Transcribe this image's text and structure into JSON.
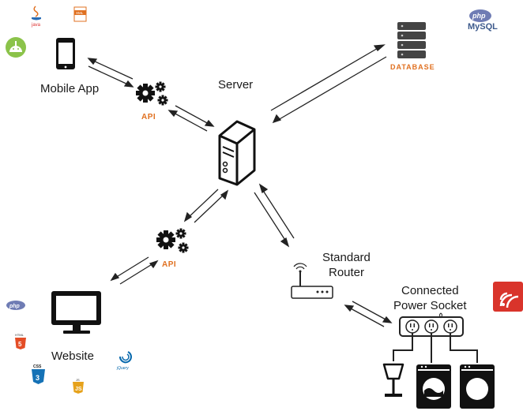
{
  "nodes": {
    "mobile_app": "Mobile App",
    "server": "Server",
    "database": "DATABASE",
    "api_top": "API",
    "api_bottom": "API",
    "website": "Website",
    "router": "Standard\nRouter",
    "router_line1": "Standard",
    "router_line2": "Router",
    "socket_line1": "Connected",
    "socket_line2": "Power Socket"
  },
  "tech_logos": {
    "java": "java",
    "xml": "XML",
    "php": "php",
    "mysql": "MySQL",
    "html": "HTML",
    "css": "CSS",
    "js": "JS",
    "jquery": "jQuery"
  },
  "colors": {
    "accent_orange": "#e07020",
    "line": "#222222",
    "espressif_red": "#d9342b",
    "android_green": "#8bc34a"
  }
}
